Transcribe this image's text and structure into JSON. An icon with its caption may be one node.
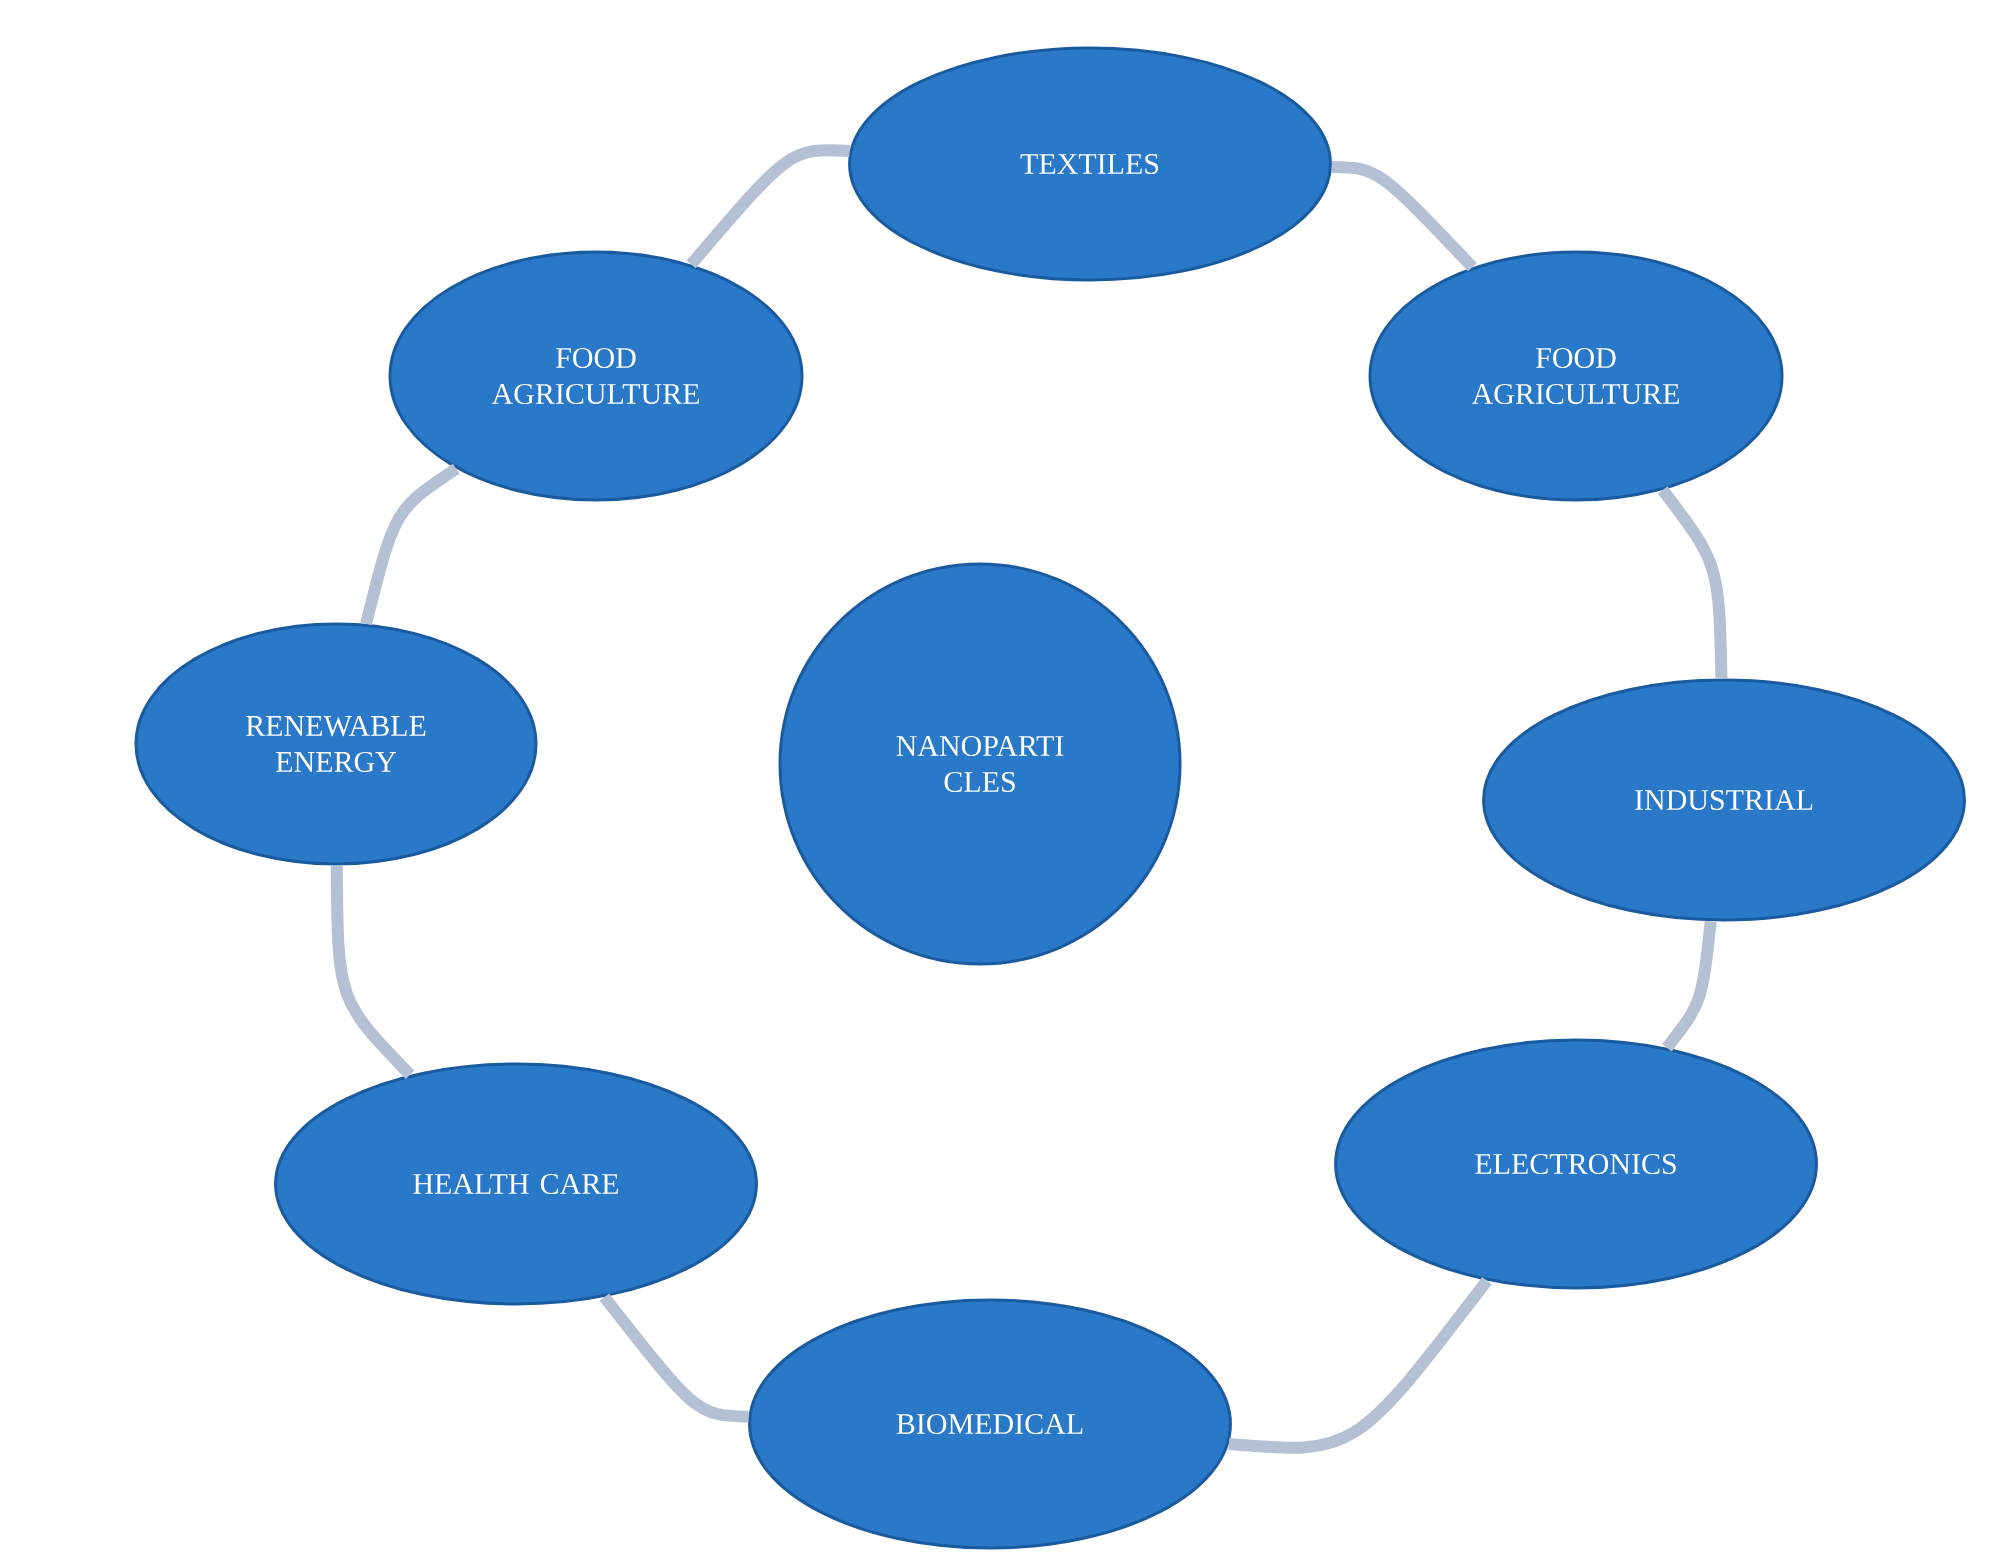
{
  "diagram": {
    "nodes": [
      {
        "text": [
          "TEXTILES"
        ]
      },
      {
        "text": [
          "FOOD AGRICULTURE"
        ]
      },
      {
        "text": [
          "FOOD AGRICULTURE"
        ]
      },
      {
        "text": [
          "RENEWABLE ENERGY"
        ]
      },
      {
        "text": [
          "NANOPARTI CLES"
        ]
      },
      {
        "text": [
          "INDUSTRIAL"
        ]
      },
      {
        "text": [
          "HEALTH CARE"
        ]
      },
      {
        "text": [
          "ELECTRONICS"
        ]
      },
      {
        "text": [
          "BIOMEDICAL"
        ]
      }
    ],
    "edges": [
      {
        "from": 0,
        "to": 2,
        "arrow": "none"
      },
      {
        "from": 2,
        "to": 5,
        "arrow": "none"
      },
      {
        "from": 5,
        "to": 7,
        "arrow": "none"
      },
      {
        "from": 7,
        "to": 8,
        "arrow": "none"
      },
      {
        "from": 8,
        "to": 6,
        "arrow": "none"
      },
      {
        "from": 6,
        "to": 3,
        "arrow": "none"
      },
      {
        "from": 3,
        "to": 1,
        "arrow": "none"
      },
      {
        "from": 1,
        "to": 0,
        "arrow": "none"
      }
    ]
  }
}
